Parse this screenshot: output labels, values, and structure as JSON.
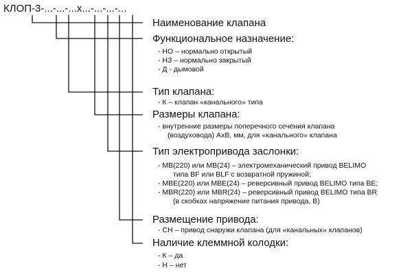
{
  "code": "КЛОП-3-...-...-...х...-...-...-...",
  "sections": [
    {
      "title": "Наименование клапана",
      "items": []
    },
    {
      "title": "Функциональное назначение:",
      "items": [
        "- НО – нормально открытый",
        "- НЗ – нормально закрытый",
        "- Д - дымовой"
      ]
    },
    {
      "title": "Тип клапана:",
      "items": [
        "- К – клапан «канального» типа"
      ]
    },
    {
      "title": "Размеры клапана:",
      "items": [
        "- внутренние размеры поперечного сечения клапана",
        "(воздуховода) АхВ, мм, для «канального» клапана"
      ]
    },
    {
      "title": "Тип электропривода заслонки:",
      "items": [
        "- MB(220) или MB(24) – электромеханический привод BELIMO",
        "типа BF или BLF с возвратной пружиной;",
        "- MBE(220) или MBE(24) – реверсивный привод BELIMO типа BE;",
        "- MBR(220) или MBR(24) – реверсивный привод BELIMO типа BR",
        "(в скобках напряжение питания привода, В)"
      ]
    },
    {
      "title": "Размещение привода:",
      "items": [
        "- СН – привод снаружи клапана (для «канальных» клапанов)"
      ]
    },
    {
      "title": "Наличие клеммной колодки:",
      "items": [
        "- К – да",
        "- Н – нет"
      ]
    }
  ]
}
